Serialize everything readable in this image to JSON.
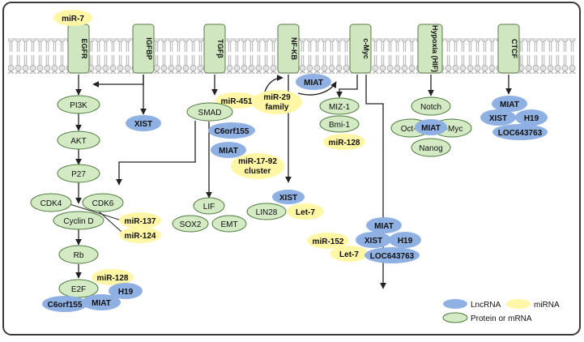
{
  "receptors": [
    "EGFR",
    "IGFBP",
    "TGFβ",
    "NF-KB",
    "c-Myc",
    "Hypoxia (HIF)",
    "CTCF"
  ],
  "proteins": {
    "pi3k": "PI3K",
    "akt": "AKT",
    "p27": "P27",
    "cdk4": "CDK4",
    "cdk6": "CDK6",
    "cyclin_d": "Cyclin D",
    "rb": "Rb",
    "e2f": "E2F",
    "smad": "SMAD",
    "lif": "LIF",
    "sox2": "SOX2",
    "emt": "EMT",
    "lin28": "LIN28",
    "miz1": "MIZ-1",
    "bmi1": "Bmi-1",
    "notch": "Notch",
    "oct4": "Oct-4",
    "cmyc": "c-Myc",
    "nanog": "Nanog"
  },
  "lncrnas": {
    "xist_igfbp": "XIST",
    "c6orf155_smad": "C6orf155",
    "miat_smad": "MIAT",
    "miat_nfkb": "MIAT",
    "xist_nfkb": "XIST",
    "h19_e2f": "H19",
    "miat_e2f": "MIAT",
    "c6orf155_e2f": "C6orf155",
    "miat_hyp": "MIAT",
    "miat_ctcf": "MIAT",
    "xist_ctcf": "XIST",
    "h19_ctcf": "H19",
    "loc_ctcf": "LOC643763",
    "miat_myc": "MIAT",
    "xist_myc": "XIST",
    "h19_myc": "H19",
    "loc_myc": "LOC643763"
  },
  "mirnas": {
    "mir7": "miR-7",
    "mir451": "miR-451",
    "mir29_1": "miR-29",
    "mir29_2": "family",
    "mir1792_1": "miR-17-92",
    "mir1792_2": "cluster",
    "mir137": "miR-137",
    "mir124": "miR-124",
    "mir128_e2f": "miR-128",
    "mir128_myc": "miR-128",
    "let7_nfkb": "Let-7",
    "mir152": "miR-152",
    "let7_myc": "Let-7"
  },
  "legend": {
    "lnc": "LncRNA",
    "mirna": "miRNA",
    "protein": "Protein or mRNA"
  },
  "colors": {
    "lncrna": "#8fb0e2",
    "mirna": "#fff7a6",
    "protein": "#d3eac4",
    "protein_stroke": "#4e7a3d",
    "membrane": "#d8d8d8",
    "receptor": "#cfe6c0",
    "arrow": "#222222",
    "frame": "#333333"
  }
}
